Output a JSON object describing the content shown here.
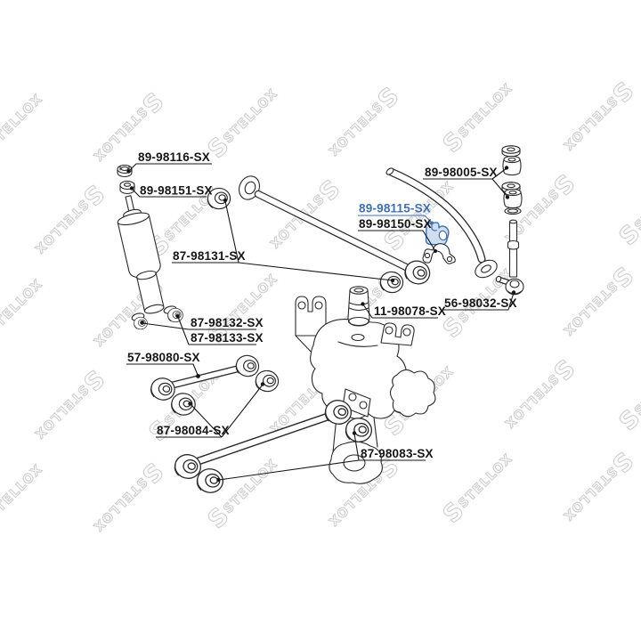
{
  "page": {
    "background": "#ffffff"
  },
  "watermark": {
    "brand": "STELLOX",
    "logo_letter": "S",
    "color": "#cfcfcf"
  },
  "diagram": {
    "type": "exploded-parts-diagram",
    "line_color": "#2a2a2a",
    "highlight": {
      "color": "#3f6fb5",
      "fill": "#cfdff2",
      "part": "89-98115-SX"
    }
  },
  "labels": [
    {
      "text": "89-98116-SX",
      "highlighted": false
    },
    {
      "text": "89-98151-SX",
      "highlighted": false
    },
    {
      "text": "87-98131-SX",
      "highlighted": false
    },
    {
      "text": "89-98115-SX",
      "highlighted": true
    },
    {
      "text": "89-98150-SX",
      "highlighted": false
    },
    {
      "text": "89-98005-SX",
      "highlighted": false
    },
    {
      "text": "56-98032-SX",
      "highlighted": false
    },
    {
      "text": "11-98078-SX",
      "highlighted": false
    },
    {
      "text": "87-98132-SX",
      "highlighted": false
    },
    {
      "text": "87-98133-SX",
      "highlighted": false
    },
    {
      "text": "57-98080-SX",
      "highlighted": false
    },
    {
      "text": "87-98084-SX",
      "highlighted": false
    },
    {
      "text": "87-98083-SX",
      "highlighted": false
    }
  ]
}
